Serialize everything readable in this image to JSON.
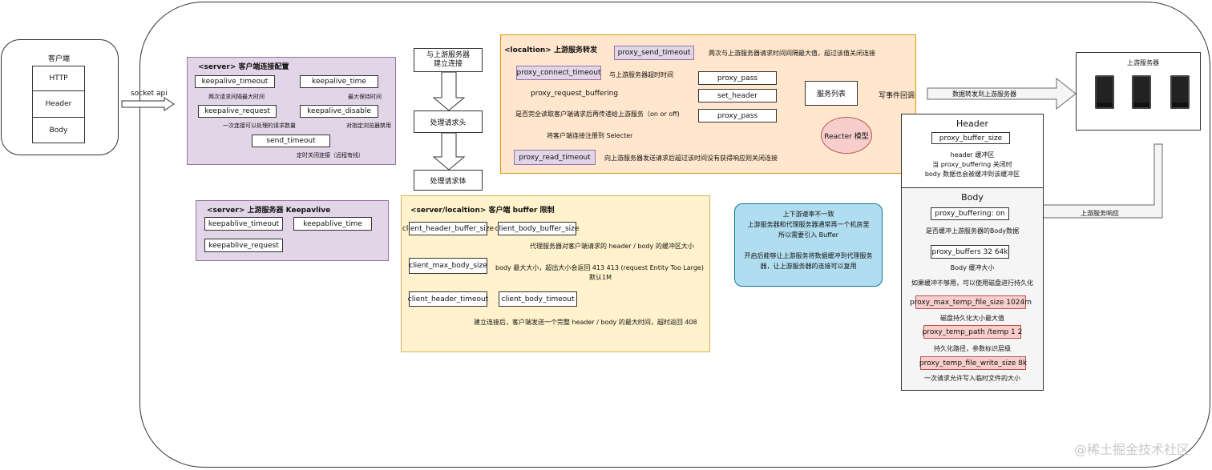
{
  "client": {
    "title": "客户端",
    "rows": [
      "HTTP",
      "Header",
      "Body"
    ]
  },
  "socket_label": "socket api",
  "server_conn": {
    "title": "<server> 客户端连接配置",
    "items": [
      {
        "name": "keepalive_timeout",
        "desc": "两次请求间隔最大时间"
      },
      {
        "name": "keepalive_time",
        "desc": "最大保持时间"
      },
      {
        "name": "keepalive_request",
        "desc": "一次连接可以处理的请求数量"
      },
      {
        "name": "keepalive_disable",
        "desc": "对指定浏览器禁用"
      },
      {
        "name": "send_timeout",
        "desc": "定时关闭连接（远程有线）"
      }
    ]
  },
  "upstream_keepalive": {
    "title": "<server> 上游服务器 Keepavlive",
    "items": [
      "keepablive_timeout",
      "keepablive_time",
      "keepablive_request"
    ]
  },
  "flow": {
    "step1": "与上游服务器\n建立连接",
    "step2": "处理请求头",
    "step3": "处理请求体"
  },
  "proxy": {
    "title": "<localtion> 上游服务转发",
    "send_timeout": "proxy_send_timeout",
    "send_timeout_desc": "两次与上游服务器请求时间间隔最大值，超过该值关闭连接",
    "connect_timeout": "proxy_connect_timeout",
    "connect_timeout_desc": "与上游服务器超时时间",
    "request_buffering": "proxy_request_buffering",
    "request_buffering_desc": "是否完全读取客户端请求后再传递给上游服务（on or off)",
    "pass1": "proxy_pass",
    "set_header": "set_header",
    "pass2": "proxy_pass",
    "service_list": "服务列表",
    "write_event": "写事件回调",
    "selecter_desc": "将客户端连接注册到 Selecter",
    "reactor": "Reacter 模型",
    "read_timeout": "proxy_read_timeout",
    "read_timeout_desc": "向上游服务器发送请求后超过该时间没有获得响应则关闭连接"
  },
  "client_buffer": {
    "title": "<server/localtion>   客户端 buffer 限制",
    "header_buffer": "client_header_buffer_size",
    "body_buffer": "client_body_buffer_size",
    "buffer_desc": "代理服务器对客户端请求的 header / body 的缓冲区大小",
    "max_body": "client_max_body_size",
    "max_body_desc": "body 最大大小，超出大小会返回 413 413 (request Entity Too Large)",
    "max_body_default": "默认1M",
    "header_timeout": "client_header_timeout",
    "body_timeout": "client_body_timeout",
    "timeout_desc": "建立连接后，客户端发送一个完整 header / body 的最大时间，超时返回 408"
  },
  "note": {
    "lines": [
      "上下游速率不一致",
      "上游服务器和代理服务器通常再一个机房里",
      "所以需要引入 Buffer",
      "",
      "开启后能够让上游服务将数据缓冲到代理服务",
      "器，让上游服务器的连接可以复用"
    ]
  },
  "upstream": {
    "title": "上游服务器",
    "send_label": "数据转发到上游服务器",
    "response_label": "上游服务响应"
  },
  "header_panel": {
    "title": "Header",
    "param": "proxy_buffer_size",
    "desc": [
      "header 缓冲区",
      "当 proxy_buffering 关闭时",
      "body 数据也会被缓冲到该缓冲区"
    ]
  },
  "body_panel": {
    "title": "Body",
    "buffering": "proxy_buffering: on",
    "buffering_desc": "是否缓冲上游服务器的Body数据",
    "buffers": "proxy_buffers  32  64k",
    "buffers_desc": "Body 缓冲大小",
    "disk_desc": "如果缓冲不够用，可以使用磁盘进行持久化",
    "max_temp": "proxy_max_temp_file_size 1024m",
    "max_temp_desc": "磁盘持久化大小最大值",
    "temp_path": "proxy_temp_path  /temp 1 2",
    "temp_path_desc": "持久化路径，参数标识层级",
    "write_size": "proxy_temp_file_write_size  8k",
    "write_size_desc": "一次请求允许写入临时文件的大小"
  },
  "watermark": "@稀土掘金技术社区"
}
